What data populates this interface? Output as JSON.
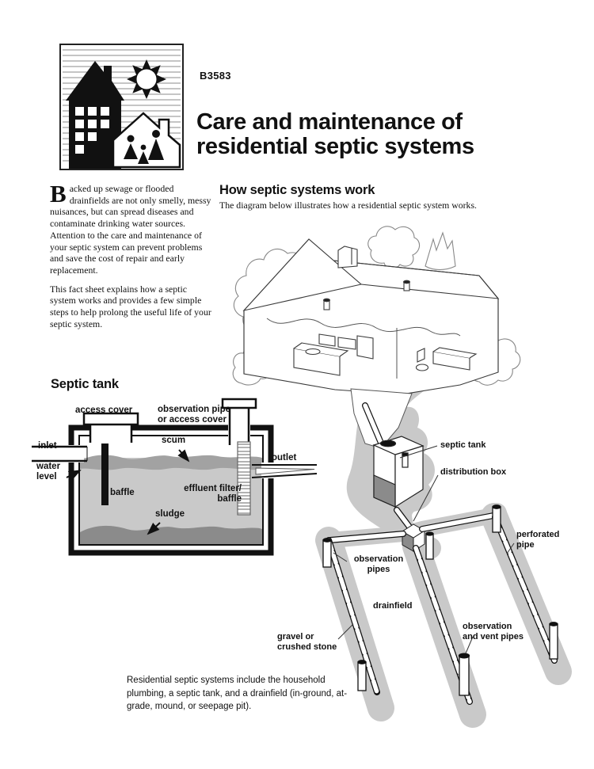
{
  "header": {
    "code": "B3583",
    "title": "Care and maintenance of\nresidential septic systems"
  },
  "intro": {
    "dropcap": "B",
    "p1": "acked up sewage or flooded drainfields are not only smelly, messy nuisances, but can spread diseases and contaminate drinking water sources. Attention to the care and maintenance of your septic system can prevent problems and save the cost of repair and early replacement.",
    "p2": "This fact sheet explains how a septic system works and provides a few simple steps to help prolong the useful life of your septic system."
  },
  "how": {
    "heading": "How septic systems work",
    "subtitle": "The diagram below illustrates how a residential septic system works."
  },
  "tank": {
    "heading": "Septic tank",
    "labels": {
      "access_cover": "access cover",
      "observation_pipe": "observation pipe\nor access cover",
      "inlet": "inlet",
      "scum": "scum",
      "outlet": "outlet",
      "water_level": "water\nlevel",
      "baffle": "baffle",
      "effluent_filter": "effluent filter/\nbaffle",
      "sludge": "sludge"
    }
  },
  "system": {
    "labels": {
      "septic_tank": "septic tank",
      "distribution_box": "distribution box",
      "perforated_pipe": "perforated\npipe",
      "observation_pipes": "observation\npipes",
      "drainfield": "drainfield",
      "observation_vent_pipes": "observation\nand vent pipes",
      "gravel": "gravel or\ncrushed stone"
    },
    "caption": "Residential septic systems include the household plumbing, a septic tank, and a drainfield (in-ground, at-grade, mound, or seepage pit)."
  },
  "colors": {
    "ink": "#111111",
    "gray_light": "#c9c9c9",
    "gray_mid": "#a2a2a2",
    "gray_dark": "#8b8b8b"
  }
}
